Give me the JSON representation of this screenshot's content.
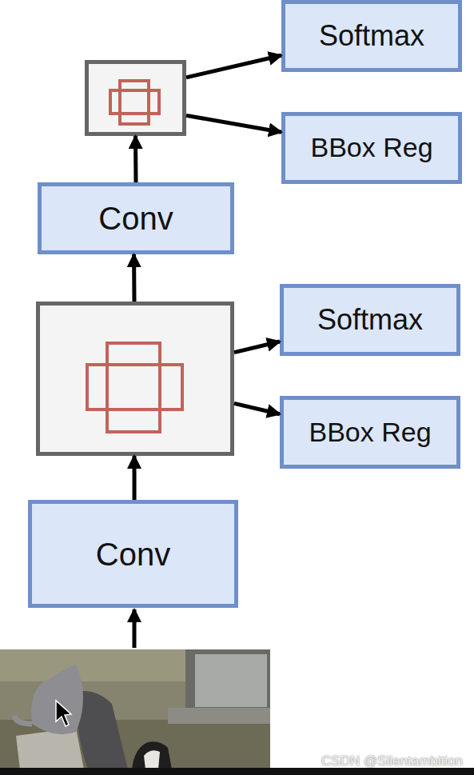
{
  "diagram": {
    "nodes": [
      {
        "text": [
          "Softmax"
        ]
      },
      {
        "text": []
      },
      {
        "text": [
          "BBox Reg"
        ]
      },
      {
        "text": [
          "Conv"
        ]
      },
      {
        "text": [
          "Softmax"
        ]
      },
      {
        "text": []
      },
      {
        "text": [
          "BBox Reg"
        ]
      },
      {
        "text": [
          "Conv"
        ]
      }
    ],
    "edges": [
      {
        "from": 7,
        "to": 5,
        "arrow": "to"
      },
      {
        "from": 5,
        "to": 3,
        "arrow": "to"
      },
      {
        "from": 3,
        "to": 1,
        "arrow": "to"
      },
      {
        "from": 1,
        "to": 0,
        "arrow": "to"
      },
      {
        "from": 1,
        "to": 2,
        "arrow": "to"
      },
      {
        "from": 5,
        "to": 4,
        "arrow": "to"
      },
      {
        "from": 5,
        "to": 6,
        "arrow": "to"
      }
    ],
    "labels": [
      "CSDN @Silentambition"
    ]
  }
}
